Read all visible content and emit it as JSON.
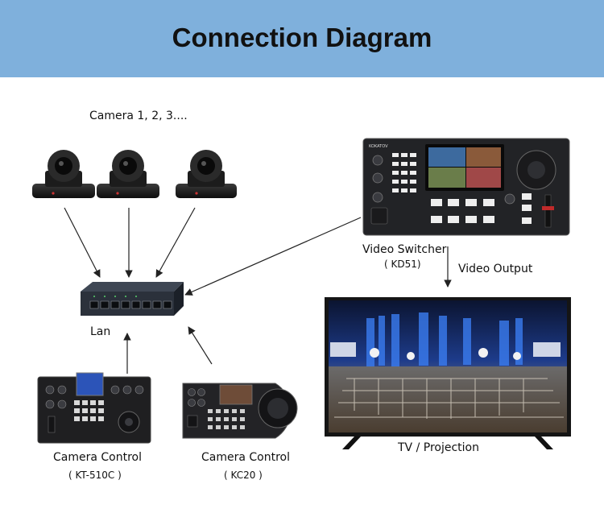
{
  "header": {
    "title": "Connection Diagram"
  },
  "cameras": {
    "label": "Camera 1, 2, 3...."
  },
  "switch_hub": {
    "label": "Lan"
  },
  "video_switcher": {
    "label": "Video Switcher",
    "model": "( KD51)",
    "brand": "KOKATOV"
  },
  "output": {
    "label": "Video Output"
  },
  "tv": {
    "label": "TV / Projection"
  },
  "controller_left": {
    "label": "Camera Control",
    "model": "( KT-510C )"
  },
  "controller_right": {
    "label": "Camera Control",
    "model": "( KC20 )"
  }
}
